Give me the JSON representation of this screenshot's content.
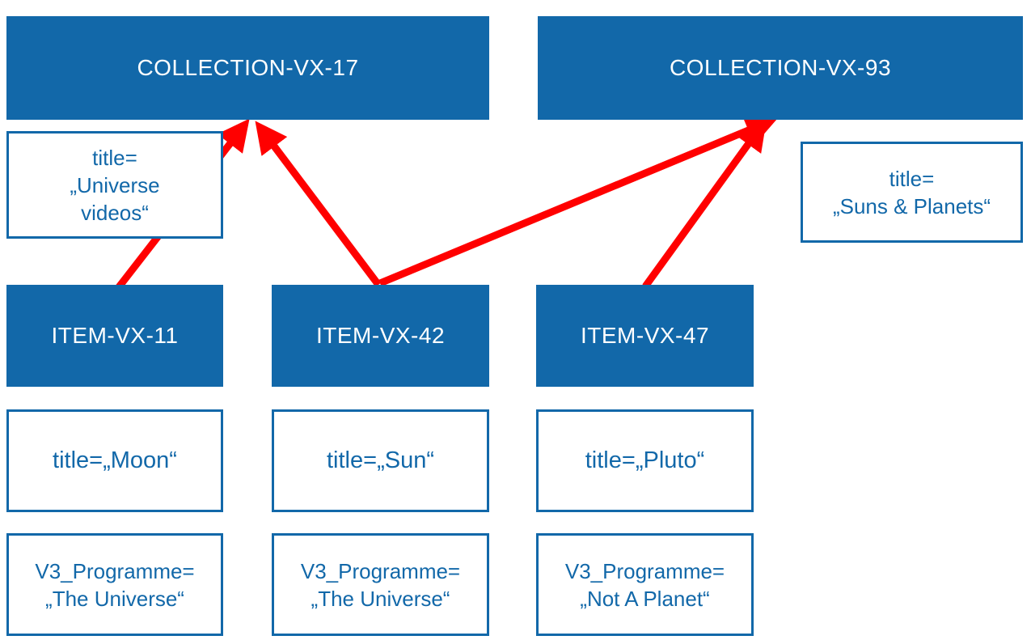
{
  "colors": {
    "primary_blue": "#1268A9",
    "arrow_red": "#FF0000"
  },
  "collections": [
    {
      "id": "COLLECTION-VX-17",
      "title_lines": [
        "title=",
        "„Universe",
        "videos“"
      ]
    },
    {
      "id": "COLLECTION-VX-93",
      "title_lines": [
        "title=",
        "„Suns & Planets“"
      ]
    }
  ],
  "items": [
    {
      "id": "ITEM-VX-11",
      "title": "title=„Moon“",
      "programme_lines": [
        "V3_Programme=",
        "„The Universe“"
      ]
    },
    {
      "id": "ITEM-VX-42",
      "title": "title=„Sun“",
      "programme_lines": [
        "V3_Programme=",
        "„The Universe“"
      ]
    },
    {
      "id": "ITEM-VX-47",
      "title": "title=„Pluto“",
      "programme_lines": [
        "V3_Programme=",
        "„Not A Planet“"
      ]
    }
  ],
  "relationships": [
    {
      "from": "ITEM-VX-11",
      "to": "COLLECTION-VX-17"
    },
    {
      "from": "ITEM-VX-42",
      "to": "COLLECTION-VX-17"
    },
    {
      "from": "ITEM-VX-42",
      "to": "COLLECTION-VX-93"
    },
    {
      "from": "ITEM-VX-47",
      "to": "COLLECTION-VX-93"
    }
  ]
}
